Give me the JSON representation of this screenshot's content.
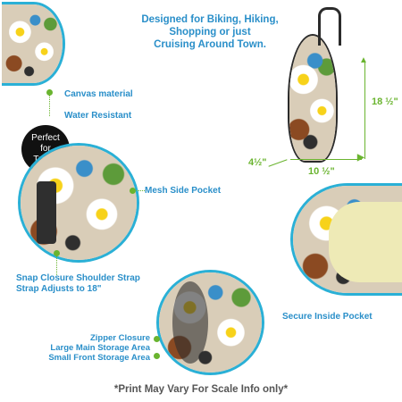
{
  "headline": [
    "Designed for Biking, Hiking,",
    "Shopping or just",
    "Cruising Around Town."
  ],
  "features": {
    "canvas": "Canvas material",
    "water": "Water Resistant",
    "travel": [
      "Perfect",
      "for",
      "Travel"
    ],
    "mesh": "Mesh Side Pocket",
    "snap": "Snap Closure Shoulder Strap",
    "strap_adjust": "Strap Adjusts to 18\"",
    "secure": "Secure Inside Pocket",
    "zipper": "Zipper Closure",
    "large": "Large Main Storage Area",
    "small": "Small Front Storage Area"
  },
  "dimensions": {
    "height": "18 ½\"",
    "width": "10 ½\"",
    "depth": "4½\""
  },
  "footer": "*Print May Vary   For Scale Info only*",
  "colors": {
    "accent_blue": "#2a8fc9",
    "accent_green": "#6ab42f",
    "ring": "#2ab0d6"
  }
}
